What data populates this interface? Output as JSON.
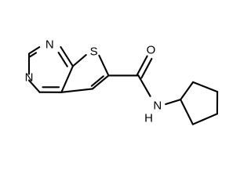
{
  "molecule": {
    "atoms": {
      "n_top": "N",
      "n_left": "N",
      "s_thiophene": "S",
      "o_carbonyl": "O",
      "n_amide": "N",
      "h_amide": "H"
    }
  },
  "colors": {
    "bond": "#000000",
    "label": "#000000",
    "background": "#ffffff"
  }
}
